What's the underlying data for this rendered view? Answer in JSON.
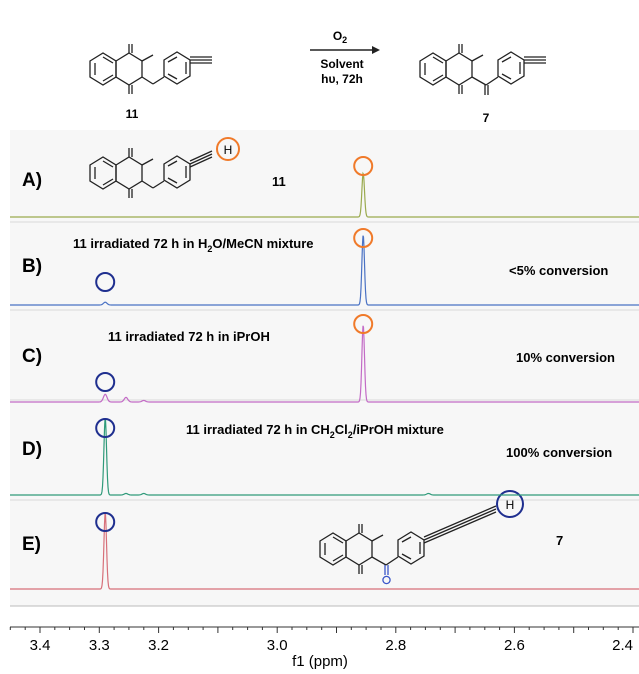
{
  "scheme": {
    "reagent": "O",
    "reagent_subscript": "2",
    "solvent": "Solvent",
    "conditions": "hυ, 72h",
    "start_label": "11",
    "product_label": "7"
  },
  "panels": [
    {
      "letter": "A)",
      "caption_parts": [
        "11"
      ],
      "conversion": "",
      "color": "#9aaa4e"
    },
    {
      "letter": "B)",
      "caption_parts": [
        "11 irradiated 72 h in H",
        "2",
        "O/MeCN mixture"
      ],
      "conversion": "<5% conversion",
      "color": "#4a72c4"
    },
    {
      "letter": "C)",
      "caption_parts": [
        "11 irradiated 72 h in iPrOH"
      ],
      "conversion": "10% conversion",
      "color": "#c36bc6"
    },
    {
      "letter": "D)",
      "caption_parts": [
        "11 irradiated 72 h in CH",
        "2",
        "Cl",
        "2",
        "/iPrOH mixture"
      ],
      "conversion": "100% conversion",
      "color": "#2f9a7a"
    },
    {
      "letter": "E)",
      "caption_parts": [
        "7"
      ],
      "conversion": "",
      "color": "#d7707a"
    }
  ],
  "markers": {
    "alkyne_h": "H",
    "start_marker_color": "#f07a2a",
    "product_marker_color": "#1f2f8f"
  },
  "chart_data": {
    "type": "line",
    "xlabel": "f1 (ppm)",
    "xlim": [
      3.45,
      2.4
    ],
    "x_reversed": true,
    "ticks": [
      3.4,
      3.3,
      3.2,
      3.0,
      2.8,
      2.6,
      2.4
    ],
    "tick_labels": [
      "3.4",
      "3.3",
      "3.2",
      "3.0",
      "2.8",
      "2.6",
      "2.4"
    ],
    "series": [
      {
        "peaks": [
          {
            "ppm": 2.855,
            "height": 1.0
          }
        ]
      },
      {
        "peaks": [
          {
            "ppm": 2.855,
            "height": 1.0
          },
          {
            "ppm": 3.29,
            "height": 0.04
          }
        ]
      },
      {
        "peaks": [
          {
            "ppm": 2.855,
            "height": 1.0
          },
          {
            "ppm": 3.29,
            "height": 0.1
          },
          {
            "ppm": 3.255,
            "height": 0.06
          },
          {
            "ppm": 3.225,
            "height": 0.02
          }
        ]
      },
      {
        "peaks": [
          {
            "ppm": 3.29,
            "height": 1.0
          },
          {
            "ppm": 3.255,
            "height": 0.02
          },
          {
            "ppm": 3.225,
            "height": 0.02
          },
          {
            "ppm": 2.745,
            "height": 0.02
          }
        ]
      },
      {
        "peaks": [
          {
            "ppm": 3.29,
            "height": 1.0
          }
        ]
      }
    ]
  }
}
